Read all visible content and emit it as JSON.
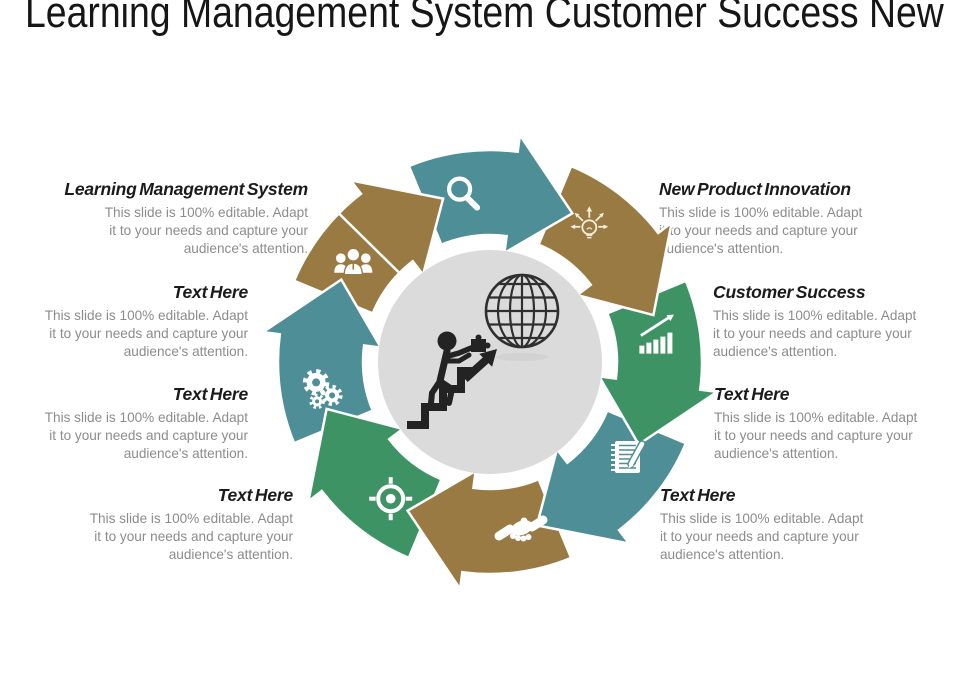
{
  "slide": {
    "title": "Learning Management System Customer Success New",
    "description": "This slide is 100% editable. Adapt\nit to your needs and capture your\naudience's attention.",
    "left_blocks": [
      {
        "heading": "Learning Management System"
      },
      {
        "heading": "Text Here"
      },
      {
        "heading": "Text Here"
      },
      {
        "heading": "Text Here"
      }
    ],
    "right_blocks": [
      {
        "heading": "New Product Innovation"
      },
      {
        "heading": "Customer Success"
      },
      {
        "heading": "Text Here"
      },
      {
        "heading": "Text Here"
      }
    ],
    "cycle": {
      "segments": [
        {
          "icon": "search-icon",
          "color": "#4E8E96"
        },
        {
          "icon": "idea-rays-icon",
          "color": "#997A42"
        },
        {
          "icon": "growth-chart-icon",
          "color": "#3E9365"
        },
        {
          "icon": "notepad-icon",
          "color": "#4E8E96"
        },
        {
          "icon": "handshake-icon",
          "color": "#997A42"
        },
        {
          "icon": "target-icon",
          "color": "#3E9365"
        },
        {
          "icon": "gears-icon",
          "color": "#4E8E96"
        },
        {
          "icon": "team-icon",
          "color": "#997A42"
        }
      ],
      "center_icons": [
        "globe-icon",
        "career-growth-icon"
      ]
    },
    "colors": {
      "teal": "#4E8E96",
      "brown": "#997A42",
      "green": "#3E9365",
      "center_circle": "#DBDBDB",
      "heading_text": "#1B1B1B",
      "body_text": "#8C8C8C"
    }
  }
}
